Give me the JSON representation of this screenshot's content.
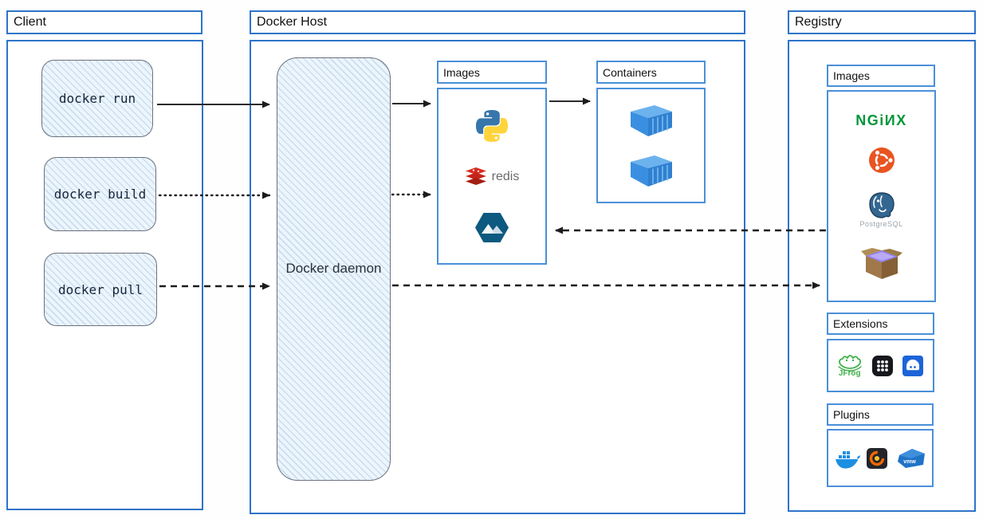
{
  "client": {
    "title": "Client",
    "commands": [
      {
        "label": "docker run",
        "arrow_style": "solid"
      },
      {
        "label": "docker build",
        "arrow_style": "dotted"
      },
      {
        "label": "docker pull",
        "arrow_style": "dashed"
      }
    ]
  },
  "docker_host": {
    "title": "Docker Host",
    "daemon_label": "Docker daemon",
    "images": {
      "title": "Images",
      "items": [
        "Python",
        "Redis",
        "Alpine"
      ]
    },
    "containers": {
      "title": "Containers",
      "items": [
        "container",
        "container"
      ]
    }
  },
  "registry": {
    "title": "Registry",
    "images": {
      "title": "Images",
      "items": [
        "NGINX",
        "Ubuntu",
        "PostgreSQL",
        "Package box"
      ]
    },
    "extensions": {
      "title": "Extensions",
      "items": [
        "JFrog",
        "App grid",
        "Disk usage"
      ]
    },
    "plugins": {
      "title": "Plugins",
      "items": [
        "Docker",
        "Grafana",
        "VMware"
      ]
    }
  },
  "labels": {
    "redis": "redis",
    "nginx": "NGiИX",
    "postgresql": "PostgreSQL",
    "jfrog": "JFrog",
    "vmware": "vmw"
  },
  "connections": [
    {
      "from": "docker run",
      "to": "Docker daemon",
      "style": "solid"
    },
    {
      "from": "docker build",
      "to": "Docker daemon",
      "style": "dotted"
    },
    {
      "from": "docker pull",
      "to": "Docker daemon",
      "style": "dashed"
    },
    {
      "from": "Docker daemon",
      "to": "Host images",
      "style": "solid"
    },
    {
      "from": "Docker daemon",
      "to": "Host images",
      "style": "dotted"
    },
    {
      "from": "Host images",
      "to": "Containers",
      "style": "solid"
    },
    {
      "from": "Registry images",
      "to": "Host images",
      "style": "dashed"
    },
    {
      "from": "Docker daemon",
      "to": "Registry images",
      "style": "dashed"
    }
  ],
  "colors": {
    "outer_border": "#2e74c9",
    "inner_border": "#4a90d9",
    "sketch_fill": "#eef6fc",
    "arrow": "#1c1c1c",
    "nginx_green": "#009639",
    "ubuntu_orange": "#e95420",
    "redis_red": "#d82c20",
    "alpine_blue": "#0d597f",
    "container_blue": "#3b8fe0"
  }
}
